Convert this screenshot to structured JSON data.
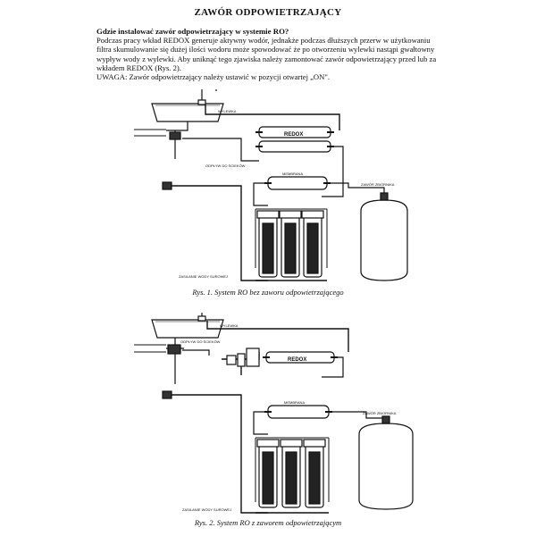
{
  "title": "ZAWÓR ODPOWIETRZAJĄCY",
  "question": "Gdzie instalować zawór odpowietrzający w systemie RO?",
  "paragraph": "Podczas pracy wkład REDOX generuje aktywny wodór, jednakże podczas dłuższych przerw w użytkowaniu filtra skumulowanie się dużej ilości wodoru może spowodować że po otworzeniu wylewki nastąpi gwałtowny wypływ wody z wylewki. Aby uniknąć tego zjawiska należy zamontować zawór odpowietrzający przed lub za wkładem REDOX (Rys. 2).",
  "warning": "UWAGA:  Zawór odpowietrzający należy ustawić w pozycji otwartej „ON\".",
  "figure1": {
    "caption": "Rys. 1. System RO bez zaworu odpowietrzającego",
    "labels": {
      "faucet": "WYLEWKA",
      "drain": "ODPŁYW DO ŚCIEKÓW",
      "redox": "REDOX",
      "membrane": "MEMBRANA",
      "tank_valve": "ZAWÓR ZBIORNIKA",
      "supply": "ZASILANIE WODY SUROWEJ"
    }
  },
  "figure2": {
    "caption": "Rys. 2. System RO z zaworem odpowietrzającym",
    "labels": {
      "faucet": "WYLEWKA",
      "drain": "ODPŁYW DO ŚCIEKÓW",
      "redox": "REDOX",
      "membrane": "MEMBRANA",
      "tank_valve": "ZAWÓR ZBIORNIKA",
      "supply": "ZASILANIE WODY SUROWEJ"
    }
  }
}
